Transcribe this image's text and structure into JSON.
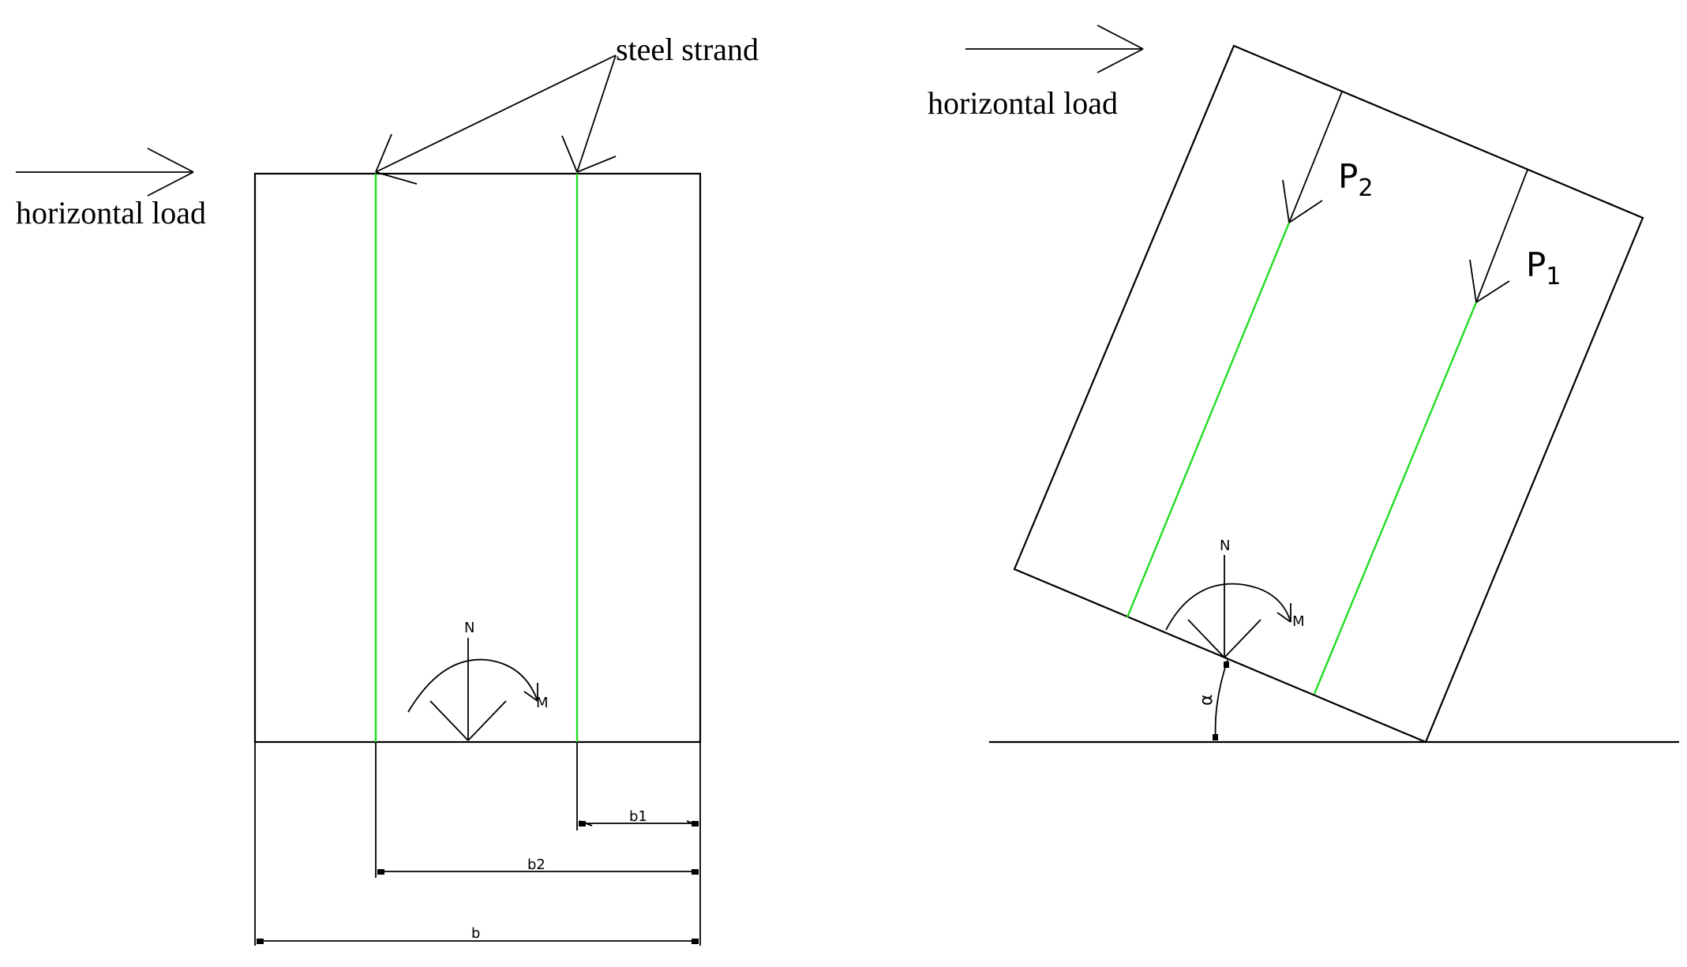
{
  "labels": {
    "horizontal_load_left": "horizontal load",
    "horizontal_load_right": "horizontal load",
    "steel_strand": "steel strand",
    "N_left": "N",
    "M_left": "M",
    "N_right": "N",
    "M_right": "M",
    "P2_letter": "P",
    "P2_sub": "2",
    "P1_letter": "P",
    "P1_sub": "1",
    "dim_b1": "b1",
    "dim_b2": "b2",
    "dim_b": "b",
    "angle": "α"
  },
  "colors": {
    "line": "#000000",
    "strand": "#22dd22",
    "background": "#ffffff"
  }
}
